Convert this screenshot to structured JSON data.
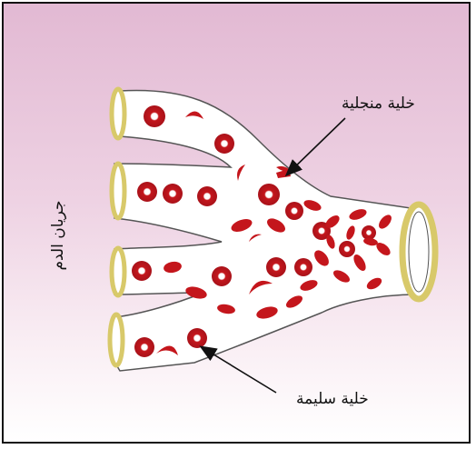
{
  "labels": {
    "sickle_cell": "خلية منجلية",
    "healthy_cell": "خلية سليمة",
    "blood_flow": "جريان الدم"
  },
  "colors": {
    "background_top": "#e2b9d3",
    "background_bottom": "#ffffff",
    "vessel_fill": "#ffffff",
    "vessel_rim": "#d8c96a",
    "red_cell": "#c4161c",
    "red_cell_center": "#ffffff",
    "arrow": "#111111"
  },
  "icons": {
    "vessel": "branching-blood-vessel-icon",
    "cell": "red-blood-cell-icon",
    "sickle": "sickle-cell-icon"
  }
}
